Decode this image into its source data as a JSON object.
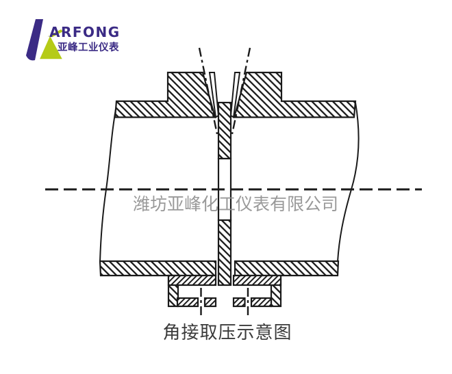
{
  "logo": {
    "brand": "ARFONG",
    "subtitle": "亚峰工业仪表",
    "brand_color": "#3b2b85",
    "accent_color": "#b5cb17"
  },
  "watermark": {
    "text": "潍坊亚峰化工仪表有限公司",
    "color": "#8f8f8f"
  },
  "diagram": {
    "caption": "角接取压示意图",
    "line_color": "#1a1a1a"
  }
}
